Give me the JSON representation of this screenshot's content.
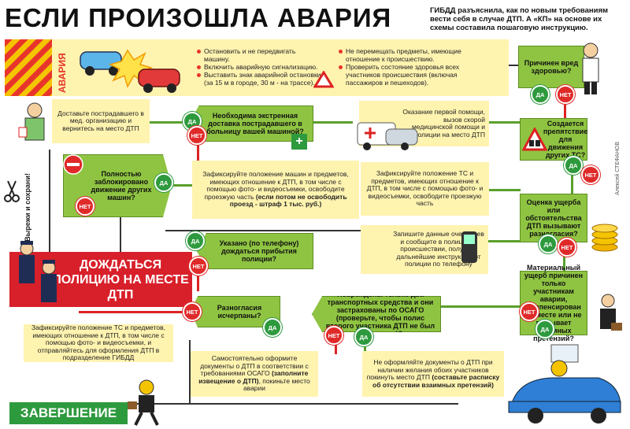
{
  "title": "ЕСЛИ ПРОИЗОШЛА АВАРИЯ",
  "subtitle": "ГИБДД разъяснила, как по новым требованиям вести себя в случае ДТП. А «КП» на основе их схемы составила пошаговую инструкцию.",
  "banner_word": "АВАРИЯ",
  "banner_bullets_left": [
    "Остановить и не передвигать машину.",
    "Включить аварийную сигнализацию.",
    "Выставить знак аварийной остановки (за 15 м в городе, 30 м - на трассе)."
  ],
  "banner_bullets_right": [
    "Не перемещать предметы, имеющие отношение к происшествию.",
    "Проверить состояние здоровья всех участников происшествия (включая пассажиров и пешеходов)."
  ],
  "labels": {
    "yes": "ДА",
    "no": "НЕТ"
  },
  "q_injured": "Причинен вред здоровью?",
  "first_aid": "Оказание первой помощи, вызов скорой медицинской помощи и полиции на место ДТП",
  "q_hospital": "Необходима экстренная доставка пострадавшего в больницу вашей машиной?",
  "deliver": "Доставьте пострадавшего в мед. организацию и вернитесь на место ДТП",
  "q_obstacle": "Создается препятствие для движения других ТС?",
  "fix_free": "Зафиксируйте положение ТС и предметов, имеющих отношение к ДТП, в том числе с помощью фото- и видеосъемки, освободите проезжую часть",
  "q_blocked": "Полностью заблокировано движение других машин?",
  "fix_cars_a": "Зафиксируйте положение машин и предметов, имеющих отношение к ДТП, в том числе с помощью фото- и видеосъемки, освободите проезжую часть ",
  "fix_cars_b": "(если потом не освободить проезд - штраф 1 тыс. руб.)",
  "q_damage": "Оценка ущерба или обстоятельства ДТП вызывают разногласия?",
  "witnesses": "Запишите данные очевидцев и сообщите в полицию о происшествии, получите дальнейшие инструкции от полиции по телефону",
  "q_wait": "Указано (по телефону) дождаться прибытия полиции?",
  "police_box": "ДОЖДАТЬСЯ ПОЛИЦИЮ НА МЕСТЕ ДТП",
  "q_material": "Материальный ущерб причинен только участникам аварии, компенсирован на месте или не вызывает взаимных претензий?",
  "q_two_cars": "Повреждены только два транспортных средства и они застрахованы по ОСАГО (проверьте, чтобы полис второго участника ДТП не был просрочен)?",
  "q_disagree": "Разногласия исчерпаны?",
  "fix_gibdd": "Зафиксируйте положение ТС и предметов, имеющих отношение к ДТП, в том числе с помощью фото- и видеосъемки, и отправляйтесь для оформления ДТП в подразделение ГИБДД",
  "self_a": "Самостоятельно оформите документы о ДТП в соответствии с требованиями ОСАГО ",
  "self_b": "(заполните извещение о ДТП)",
  "self_c": ", покиньте место аварии",
  "nodocs_a": "Не оформляйте документы о ДТП при наличии желания обоих участников покинуть место ДТП ",
  "nodocs_b": "(составьте расписку об отсутствии взаимных претензий)",
  "finish": "ЗАВЕРШЕНИЕ",
  "cut": "Вырежи и сохрани!",
  "credit": "Алексей СТЕФАНОВ",
  "colors": {
    "green": "#8fc442",
    "red": "#d8202a",
    "yellow": "#fff3b0",
    "dark_green": "#2e9a3e"
  }
}
